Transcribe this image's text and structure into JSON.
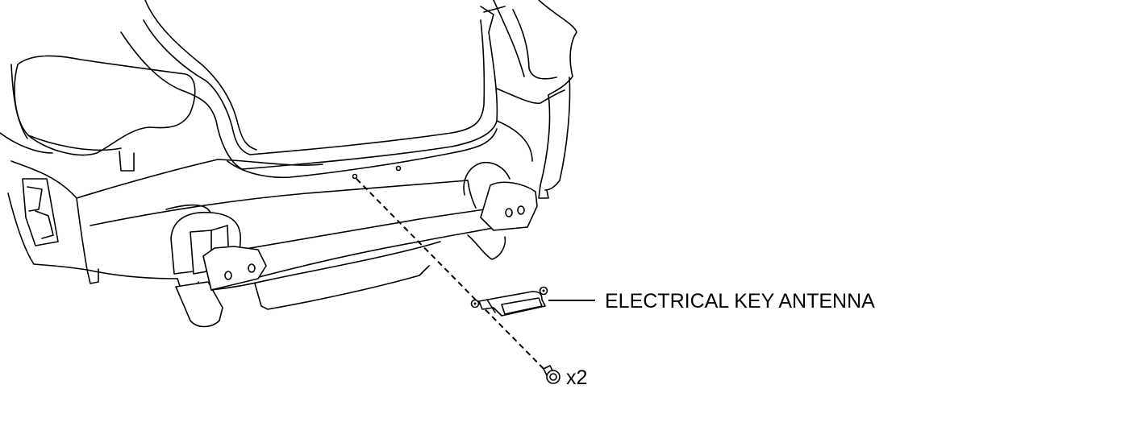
{
  "diagram": {
    "callouts": {
      "antenna_label": "ELECTRICAL KEY ANTENNA",
      "bolt_quantity": "x2"
    },
    "components": [
      {
        "name": "vehicle-rear-body",
        "icon": "car-rear-outline"
      },
      {
        "name": "electrical-key-antenna",
        "icon": "antenna-bracket"
      },
      {
        "name": "bolt",
        "icon": "bolt-icon"
      }
    ],
    "colors": {
      "line": "#000000",
      "background": "#ffffff"
    }
  }
}
